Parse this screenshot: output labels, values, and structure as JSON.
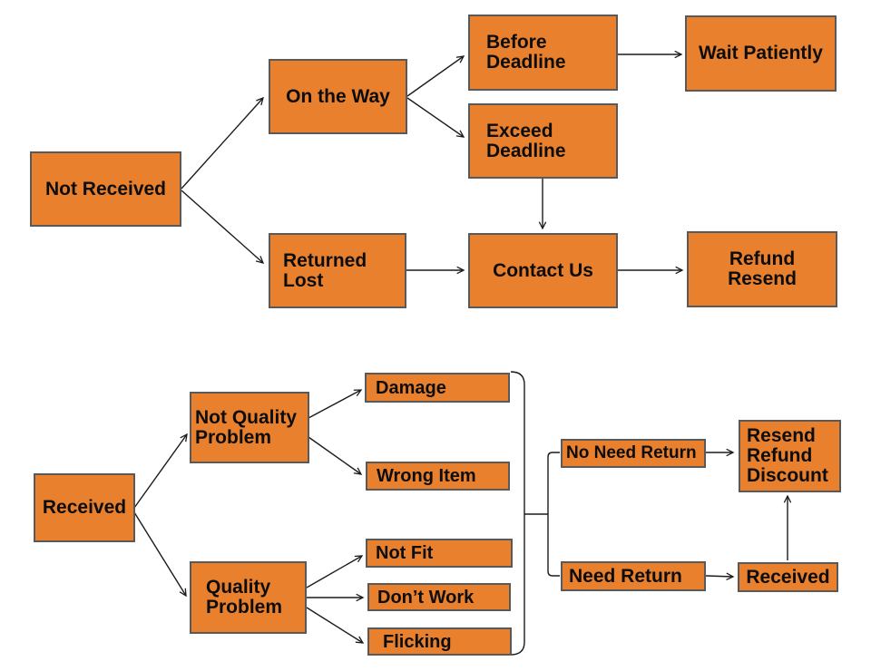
{
  "colors": {
    "box_fill": "#E8802E",
    "box_border": "#595959",
    "line": "#1B1B1B",
    "text": "#0D0D0D",
    "background": "#FFFFFF"
  },
  "flow_not_received": {
    "not_received": "Not Received",
    "on_the_way": "On the Way",
    "before_deadline": "Before\nDeadline",
    "wait_patiently": "Wait Patiently",
    "exceed_deadline": "Exceed\nDeadline",
    "returned_lost": "Returned\nLost",
    "contact_us": "Contact Us",
    "refund_resend": "Refund\nResend"
  },
  "flow_received": {
    "received": "Received",
    "not_quality_problem": "Not Quality\nProblem",
    "quality_problem": "Quality\nProblem",
    "damage": "Damage",
    "wrong_item": "Wrong Item",
    "not_fit": "Not Fit",
    "dont_work": "Don’t Work",
    "flicking": "Flicking",
    "no_need_return": "No Need Return",
    "need_return": "Need Return",
    "resend_refund_discount": "Resend\nRefund\nDiscount",
    "received_end": "Received"
  }
}
